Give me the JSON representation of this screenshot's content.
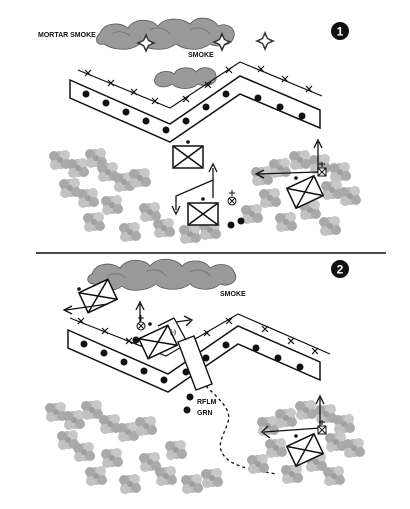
{
  "panel1": {
    "step_number": "1",
    "labels": {
      "mortar_smoke": "MORTAR SMOKE",
      "smoke": "SMOKE"
    }
  },
  "panel2": {
    "step_number": "2",
    "labels": {
      "smoke": "SMOKE",
      "rflm": "RFLM",
      "grn": "GRN",
      "reduced": "(-)"
    }
  },
  "colors": {
    "ink": "#111111",
    "smoke": "#9a9a9a",
    "vegetation": "#b8b8b8",
    "background": "#ffffff"
  }
}
